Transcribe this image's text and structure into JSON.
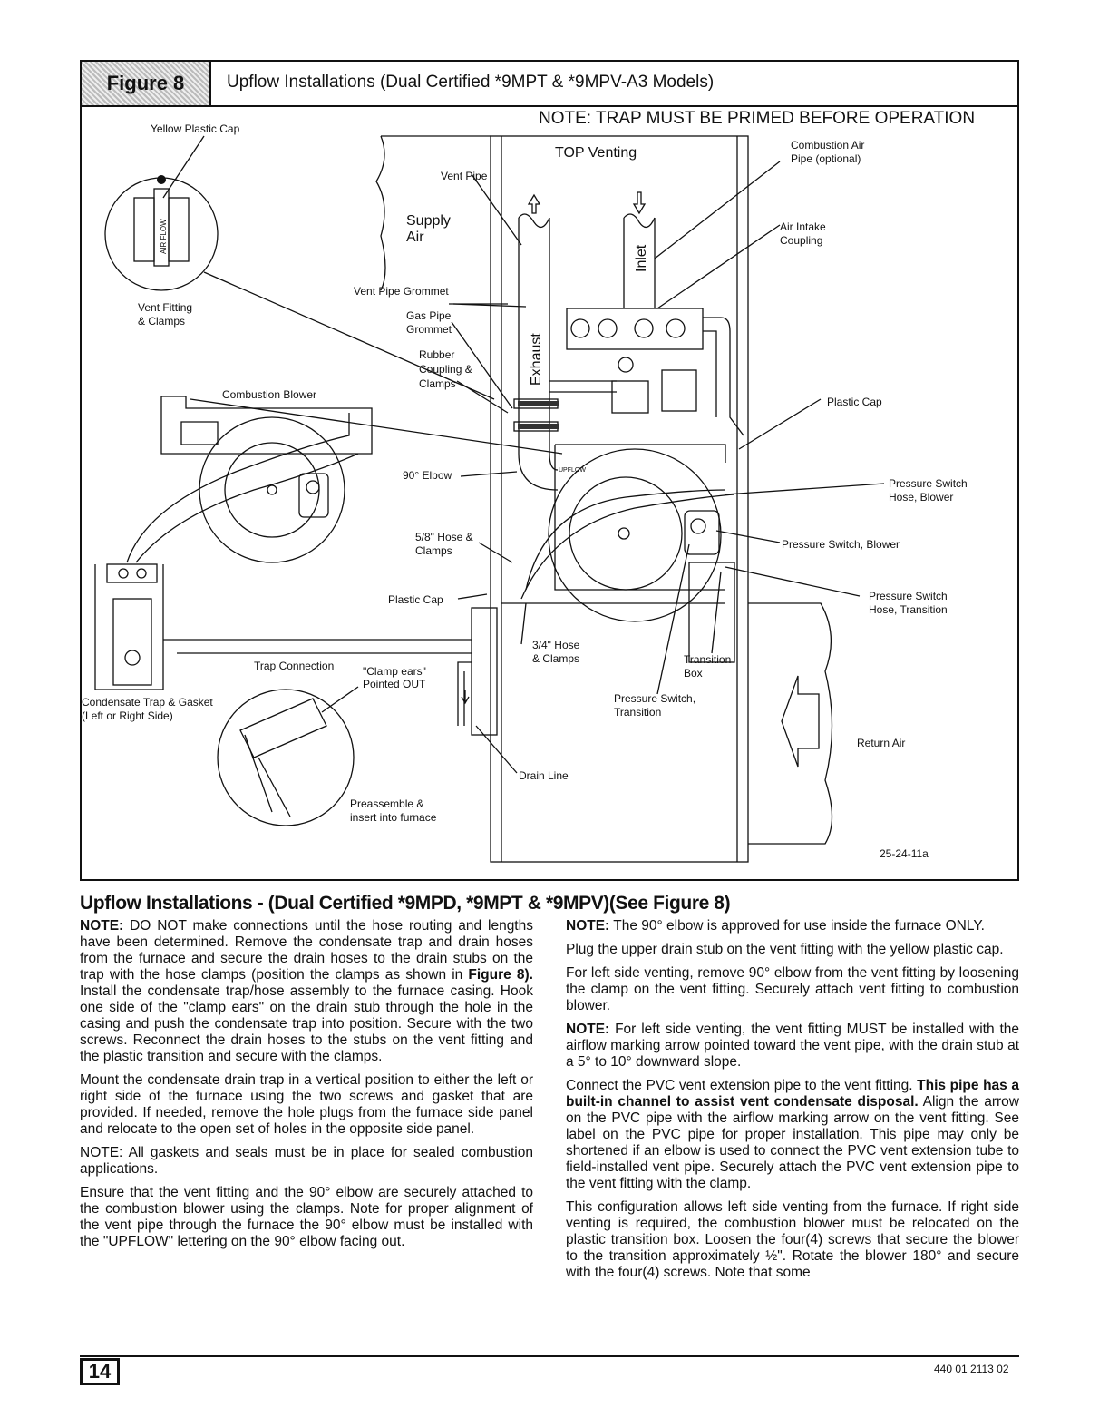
{
  "figure": {
    "tag": "Figure 8",
    "title": "Upflow Installations (Dual Certified *9MPT & *9MPV-A3 Models)",
    "note": "NOTE: TRAP MUST BE PRIMED BEFORE OPERATION",
    "labels": {
      "yellow_cap": "Yellow Plastic Cap",
      "vent_fitting_1": "Vent Fitting",
      "vent_fitting_2": "& Clamps",
      "combustion_blower": "Combustion Blower",
      "top_venting": "TOP Venting",
      "vent_pipe": "Vent Pipe",
      "supply_1": "Supply",
      "supply_2": "Air",
      "combustion_air_1": "Combustion Air",
      "combustion_air_2": "Pipe (optional)",
      "air_intake_1": "Air Intake",
      "air_intake_2": "Coupling",
      "inlet": "Inlet",
      "exhaust": "Exhaust",
      "vent_pipe_grommet": "Vent Pipe Grommet",
      "gas_pipe_1": "Gas Pipe",
      "gas_pipe_2": "Grommet",
      "rubber_1": "Rubber",
      "rubber_2": "Coupling &",
      "rubber_3": "Clamps",
      "plastic_cap_top": "Plastic Cap",
      "elbow": "90° Elbow",
      "pressure_switch_hose_blower_1": "Pressure Switch",
      "pressure_switch_hose_blower_2": "Hose, Blower",
      "hose_58_1": "5/8\" Hose &",
      "hose_58_2": "Clamps",
      "pressure_switch_blower": "Pressure Switch, Blower",
      "plastic_cap_mid": "Plastic Cap",
      "pressure_switch_hose_transition_1": "Pressure Switch",
      "pressure_switch_hose_transition_2": "Hose, Transition",
      "hose_34_1": "3/4\" Hose",
      "hose_34_2": "& Clamps",
      "transition_box_1": "Transition",
      "transition_box_2": "Box",
      "trap_connection": "Trap Connection",
      "clamp_ears_1": "\"Clamp ears\"",
      "clamp_ears_2": "Pointed OUT",
      "condensate_trap_1": "Condensate Trap & Gasket",
      "condensate_trap_2": "(Left or Right Side)",
      "pressure_switch_transition_1": "Pressure Switch,",
      "pressure_switch_transition_2": "Transition",
      "return_air": "Return Air",
      "drain_line": "Drain Line",
      "preassemble_1": "Preassemble &",
      "preassemble_2": "insert into furnace",
      "fig_code": "25-24-11a",
      "airflow": "AIR FLOW",
      "upflow_mark": "UPFLOW"
    }
  },
  "section": {
    "title": "Upflow Installations - (Dual Certified *9MPD, *9MPT & *9MPV)(See Figure 8)"
  },
  "left_col": {
    "p1_lead": "NOTE:",
    "p1_a": " DO NOT make connections until the hose routing and lengths have been determined. Remove the condensate trap and drain hoses from the furnace and secure the drain hoses to the drain stubs on the trap with the hose clamps (position the clamps as shown in ",
    "p1_ref": "Figure 8).",
    "p1_b": " Install the condensate trap/hose assembly to the furnace casing. Hook one side of the \"clamp ears\" on the drain stub through the hole in the casing and push the condensate trap into position. Secure with the two screws. Reconnect the drain hoses to the stubs on the vent fitting and the plastic transition and secure with the clamps.",
    "p2": "Mount the condensate drain trap in a vertical position to either the left or right side of the furnace using the two screws and gasket that are provided. If needed, remove the hole plugs from the furnace side panel and relocate to the open set of holes in the opposite side panel.",
    "p3": "NOTE: All gaskets and seals must be in place for sealed combustion applications.",
    "p4": "Ensure that the vent fitting and the 90° elbow are securely attached to the combustion blower using the clamps. Note for proper alignment of the vent pipe through the furnace the 90° elbow must be installed with the \"UPFLOW\" lettering on the 90° elbow facing out."
  },
  "right_col": {
    "p1_lead": "NOTE:",
    "p1": " The 90° elbow is approved for use inside the furnace ONLY.",
    "p2": "Plug the upper drain stub on the vent fitting with the yellow plastic cap.",
    "p3": "For left side venting, remove 90° elbow from the vent fitting by loosening the clamp on the vent fitting. Securely attach vent fitting to combustion blower.",
    "p4_lead": "NOTE:",
    "p4": " For left side venting, the vent fitting MUST be installed with the airflow marking arrow pointed toward the vent pipe, with the drain stub at a 5° to 10° downward slope.",
    "p5_a": "Connect the PVC vent extension pipe to the vent fitting. ",
    "p5_bold": "This pipe has a built-in channel to assist vent condensate disposal.",
    "p5_b": " Align the arrow on the PVC pipe with the airflow marking arrow on the vent fitting. See label on the PVC pipe for proper installation. This pipe may only be shortened if an elbow is used to connect the PVC vent extension tube to field-installed vent pipe. Securely attach the PVC vent extension pipe to the vent fitting with the clamp.",
    "p6": "This configuration allows left side venting from the furnace. If right side venting is required, the combustion blower must be relocated on the plastic transition box. Loosen the four(4) screws that secure the blower to the transition approximately ½\". Rotate the blower 180° and secure with the four(4) screws. Note that some"
  },
  "footer": {
    "page": "14",
    "code": "440 01 2113 02"
  }
}
